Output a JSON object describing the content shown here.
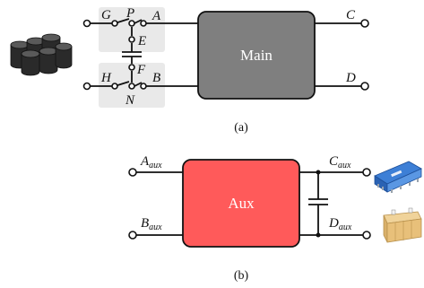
{
  "main_diagram": {
    "box_label": "Main",
    "box_fill": "#7f7f7f",
    "switch_panel_fill": "#e9e9e9",
    "terminals": {
      "g": "G",
      "p": "P",
      "a": "A",
      "e": "E",
      "f": "F",
      "h": "H",
      "b": "B",
      "n": "N",
      "c": "C",
      "d": "D"
    },
    "caption": "(a)",
    "image": "capacitor-cans-icon"
  },
  "aux_diagram": {
    "box_label": "Aux",
    "box_fill": "#ff5a5a",
    "terminals": {
      "a": "A",
      "a_sub": "aux",
      "b": "B",
      "b_sub": "aux",
      "c": "C",
      "c_sub": "aux",
      "d": "D",
      "d_sub": "aux"
    },
    "caption": "(b)",
    "images": [
      "blue-module-icon",
      "battery-pack-icon"
    ]
  }
}
